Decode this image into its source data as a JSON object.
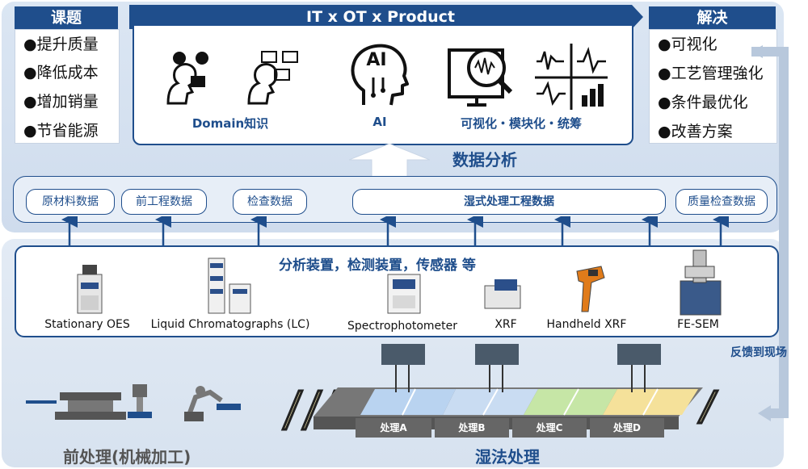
{
  "issues": {
    "title": "课题",
    "items": [
      "●提升质量",
      "●降低成本",
      "●增加销量",
      "●节省能源"
    ]
  },
  "solutions": {
    "title": "解决",
    "items": [
      "●可视化",
      "●工艺管理強化",
      "●条件最优化",
      "●改善方案"
    ]
  },
  "center": {
    "title": "IT x OT x Product",
    "domain_label": "Domain知识",
    "ai_label": "AI",
    "ai_icon_text": "AI",
    "viz_label": "可视化・模块化・统筹"
  },
  "analysis_label": "数据分析",
  "data_sources": [
    "原材料数据",
    "前工程数据",
    "检查数据",
    "湿式处理工程数据",
    "质量检查数据"
  ],
  "devices": {
    "title": "分析装置，检测装置，传感器 等",
    "items": [
      "Stationary OES",
      "Liquid Chromatographs (LC)",
      "Spectrophotometer",
      "XRF",
      "Handheld XRF",
      "FE-SEM"
    ]
  },
  "feedback_label": "反馈到现场",
  "preprocess_label": "前处理(机械加工)",
  "wet_label": "湿法处理",
  "process_steps": [
    "处理A",
    "处理B",
    "处理C",
    "处理D"
  ],
  "colors": {
    "primary": "#1f4e8c",
    "bath_a": "#b9d3f0",
    "bath_b": "#c9dcf2",
    "bath_c": "#c6e6a6",
    "bath_d": "#f5e19a"
  }
}
